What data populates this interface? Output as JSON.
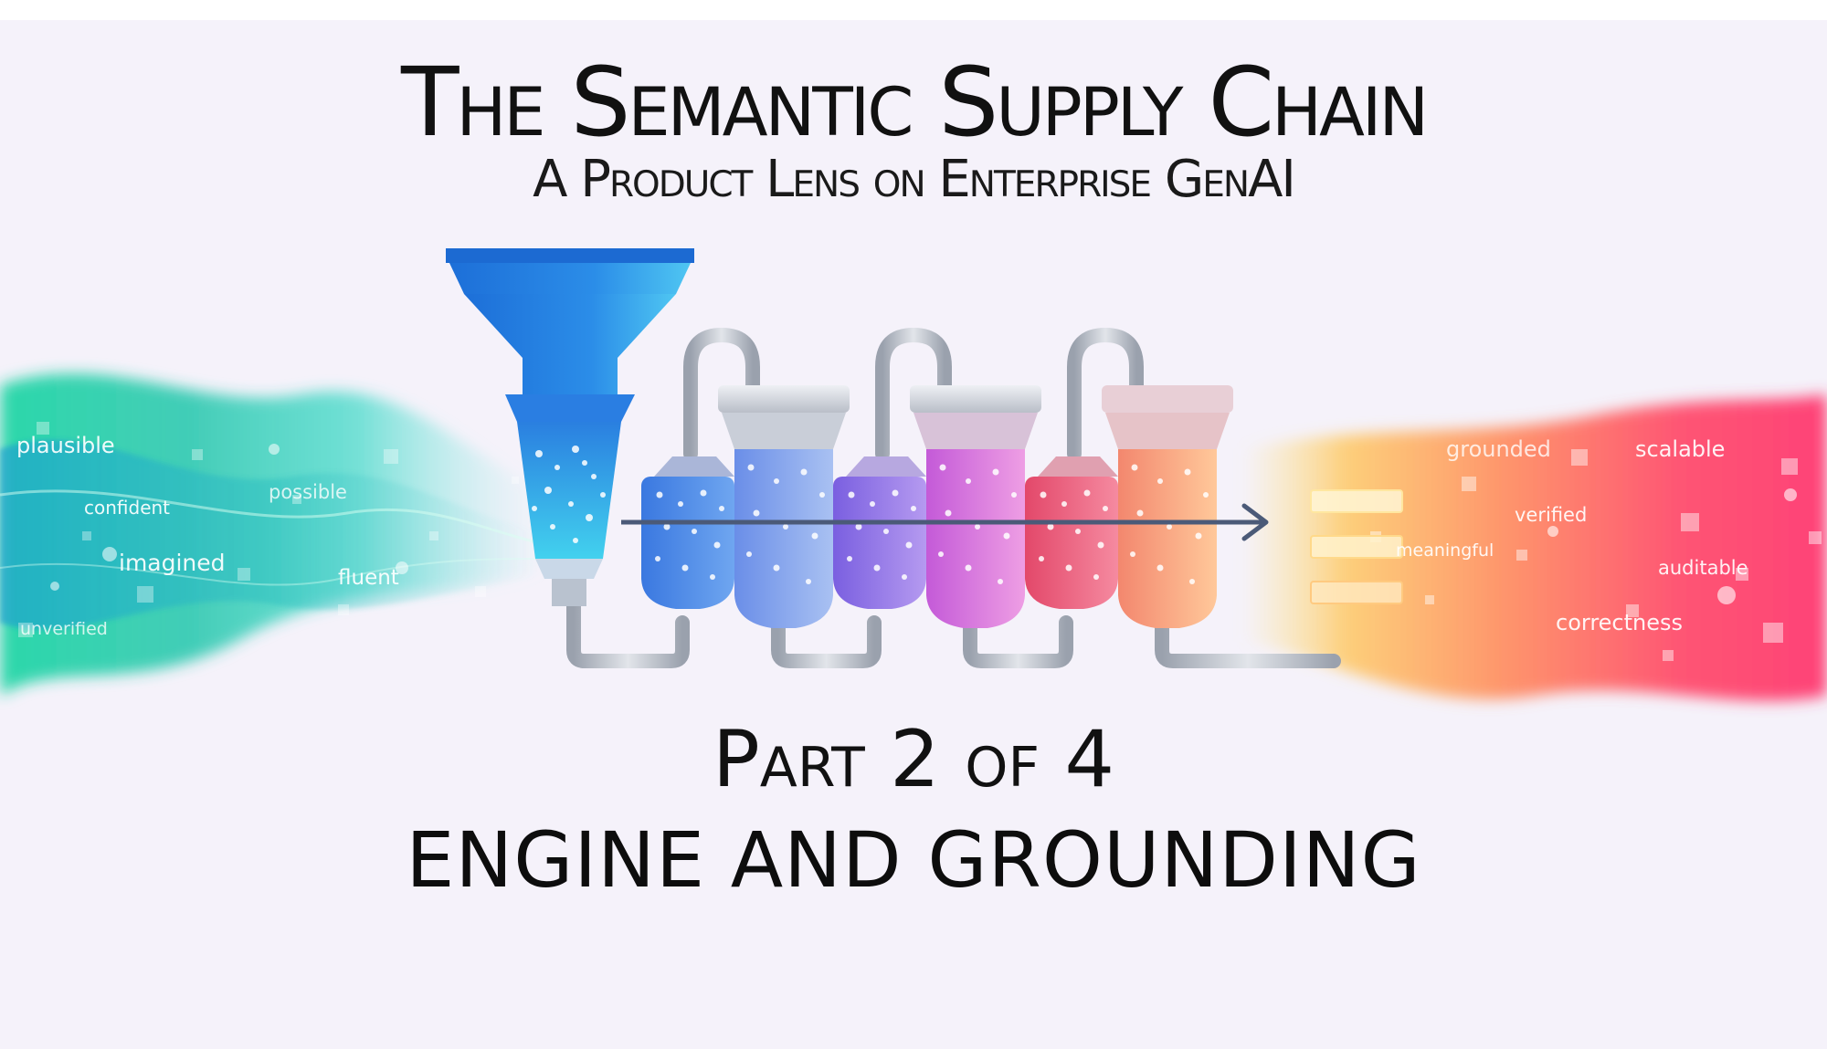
{
  "title": "The Semantic Supply Chain",
  "subtitle": "A Product Lens on Enterprise GenAI",
  "part": {
    "label": "Part",
    "number": "2",
    "of": "of",
    "total": "4"
  },
  "heading": "ENGINE AND GROUNDING",
  "input_words": [
    "plausible",
    "confident",
    "possible",
    "imagined",
    "fluent",
    "unverified"
  ],
  "output_words": [
    "grounded",
    "scalable",
    "verified",
    "meaningful",
    "auditable",
    "correctness"
  ],
  "colors": {
    "input_stream": "#2fd3a0",
    "input_stream_blue": "#2aa9d6",
    "output_stream_orange": "#ffb347",
    "output_stream_pink": "#ff3f6e",
    "funnel": "#1f7fe0",
    "arrow": "#4b5a78"
  },
  "icons": [
    "funnel-icon",
    "filter-tank-icon",
    "pipe-icon",
    "arrow-icon",
    "document-lines-icon"
  ]
}
